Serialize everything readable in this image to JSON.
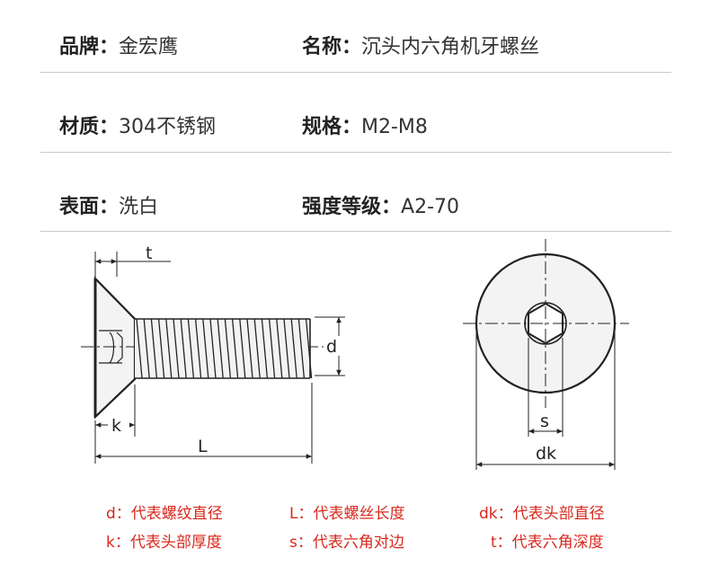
{
  "specs": {
    "brand": {
      "label": "品牌：",
      "value": "金宏鹰"
    },
    "name": {
      "label": "名称：",
      "value": "沉头内六角机牙螺丝"
    },
    "material": {
      "label": "材质：",
      "value": "304不锈钢"
    },
    "size": {
      "label": "规格：",
      "value": "M2-M8"
    },
    "surface": {
      "label": "表面：",
      "value": "洗白"
    },
    "grade": {
      "label": "强度等级：",
      "value": "A2-70"
    }
  },
  "diagram": {
    "label_t": "t",
    "label_d": "d",
    "label_k": "k",
    "label_L": "L",
    "label_s": "s",
    "label_dk": "dk"
  },
  "legend": {
    "d": "d：代表螺纹直径",
    "L": "L：代表螺丝长度",
    "dk": "dk：代表头部直径",
    "k": "k：代表头部厚度",
    "s": "s：代表六角对边",
    "t": "t：代表六角深度"
  }
}
